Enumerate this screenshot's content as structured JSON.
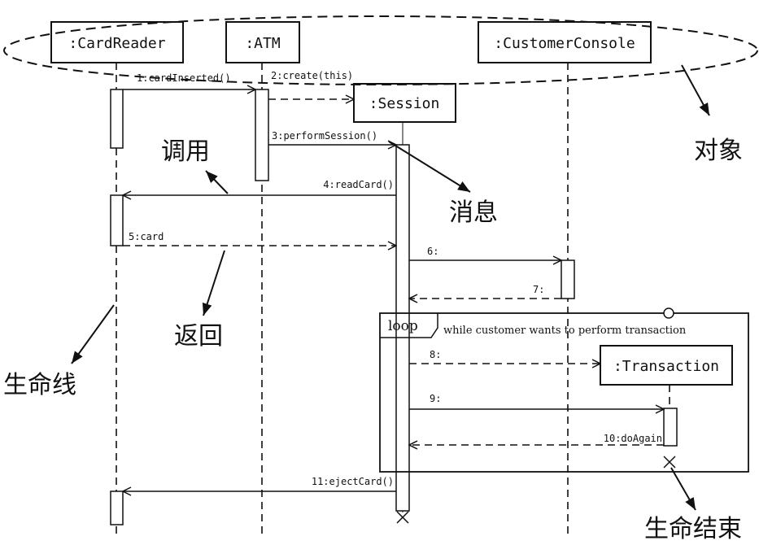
{
  "objects": {
    "card_reader": ":CardReader",
    "atm": ":ATM",
    "customer_console": ":CustomerConsole",
    "session": ":Session",
    "transaction": ":Transaction"
  },
  "messages": {
    "m1": "1:cardInserted()",
    "m2": "2:create(this)",
    "m3": "3:performSession()",
    "m4": "4:readCard()",
    "m5": "5:card",
    "m6": "6:",
    "m7": "7:",
    "m8": "8:",
    "m9": "9:",
    "m10": "10:doAgain",
    "m11": "11:ejectCard()"
  },
  "loop": {
    "operator": "loop",
    "guard": "while customer wants to perform transaction"
  },
  "annotations": {
    "object": "对象",
    "call": "调用",
    "message": "消息",
    "return": "返回",
    "lifeline": "生命线",
    "end_of_life": "生命结束"
  }
}
